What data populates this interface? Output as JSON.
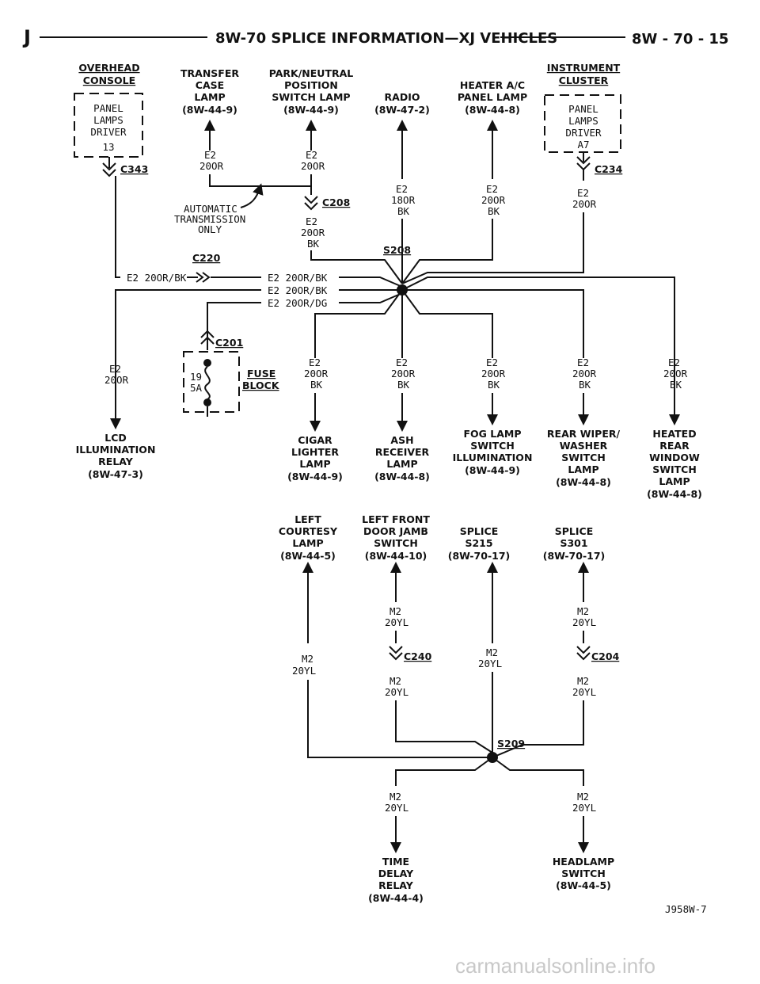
{
  "header": {
    "left_mark": "J",
    "title": "8W-70 SPLICE INFORMATION—XJ VEHICLES",
    "page_number": "8W - 70 - 15"
  },
  "top_components": {
    "overhead_console": [
      "OVERHEAD",
      "CONSOLE"
    ],
    "overhead_box": [
      "PANEL",
      "LAMPS",
      "DRIVER",
      "13"
    ],
    "c343": "C343",
    "transfer_case": [
      "TRANSFER",
      "CASE",
      "LAMP",
      "(8W-44-9)"
    ],
    "park_neutral": [
      "PARK/NEUTRAL",
      "POSITION",
      "SWITCH LAMP",
      "(8W-44-9)"
    ],
    "radio": [
      "RADIO",
      "(8W-47-2)"
    ],
    "heater_ac": [
      "HEATER A/C",
      "PANEL LAMP",
      "(8W-44-8)"
    ],
    "instrument_cluster": [
      "INSTRUMENT",
      "CLUSTER"
    ],
    "cluster_box": [
      "PANEL",
      "LAMPS",
      "DRIVER",
      "A7"
    ],
    "c234": "C234"
  },
  "wires_top": {
    "transfer_wire": [
      "E2",
      "20OR"
    ],
    "park_wire": [
      "E2",
      "20OR"
    ],
    "auto_trans": [
      "AUTOMATIC",
      "TRANSMISSION",
      "ONLY"
    ],
    "c208": "C208",
    "park_down": [
      "E2",
      "20OR",
      "BK"
    ],
    "radio_wire": [
      "E2",
      "18OR",
      "BK"
    ],
    "heater_wire": [
      "E2",
      "20OR",
      "BK"
    ],
    "cluster_wire": [
      "E2",
      "20OR"
    ],
    "s208": "S208",
    "c220": "C220",
    "bus_1_left": "E2 20OR/BK",
    "bus_1": "E2 20OR/BK",
    "bus_2": "E2 20OR/BK",
    "bus_3": "E2 20OR/DG"
  },
  "middle_components": {
    "lcd_wire": [
      "E2",
      "20OR"
    ],
    "lcd_relay": [
      "LCD",
      "ILLUMINATION",
      "RELAY",
      "(8W-47-3)"
    ],
    "c201": "C201",
    "fuse": [
      "19",
      "5A"
    ],
    "fuse_block": [
      "FUSE",
      "BLOCK"
    ],
    "cigar_wire": [
      "E2",
      "20OR",
      "BK"
    ],
    "cigar": [
      "CIGAR",
      "LIGHTER",
      "LAMP",
      "(8W-44-9)"
    ],
    "ash_wire": [
      "E2",
      "20OR",
      "BK"
    ],
    "ash": [
      "ASH",
      "RECEIVER",
      "LAMP",
      "(8W-44-8)"
    ],
    "fog_wire": [
      "E2",
      "20OR",
      "BK"
    ],
    "fog": [
      "FOG LAMP",
      "SWITCH",
      "ILLUMINATION",
      "(8W-44-9)"
    ],
    "wiper_wire": [
      "E2",
      "20OR",
      "BK"
    ],
    "wiper": [
      "REAR WIPER/",
      "WASHER",
      "SWITCH",
      "LAMP",
      "(8W-44-8)"
    ],
    "heated_wire": [
      "E2",
      "20OR",
      "BK"
    ],
    "heated": [
      "HEATED",
      "REAR",
      "WINDOW",
      "SWITCH",
      "LAMP",
      "(8W-44-8)"
    ]
  },
  "lower_components": {
    "left_courtesy": [
      "LEFT",
      "COURTESY",
      "LAMP",
      "(8W-44-5)"
    ],
    "left_front": [
      "LEFT FRONT",
      "DOOR JAMB",
      "SWITCH",
      "(8W-44-10)"
    ],
    "splice_s215": [
      "SPLICE",
      "S215",
      "(8W-70-17)"
    ],
    "splice_s301": [
      "SPLICE",
      "S301",
      "(8W-70-17)"
    ],
    "courtesy_wire": [
      "M2",
      "20YL"
    ],
    "jamb_wire_up": [
      "M2",
      "20YL"
    ],
    "c240": "C240",
    "jamb_wire_dn": [
      "M2",
      "20YL"
    ],
    "s215_wire": [
      "M2",
      "20YL"
    ],
    "s301_wire_up": [
      "M2",
      "20YL"
    ],
    "c204": "C204",
    "s301_wire_dn": [
      "M2",
      "20YL"
    ],
    "s209": "S209",
    "time_wire": [
      "M2",
      "20YL"
    ],
    "time_delay": [
      "TIME",
      "DELAY",
      "RELAY",
      "(8W-44-4)"
    ],
    "headlamp_wire": [
      "M2",
      "20YL"
    ],
    "headlamp": [
      "HEADLAMP",
      "SWITCH",
      "(8W-44-5)"
    ]
  },
  "footer": {
    "figure_id": "J958W-7",
    "watermark": "carmanualsonline.info"
  }
}
